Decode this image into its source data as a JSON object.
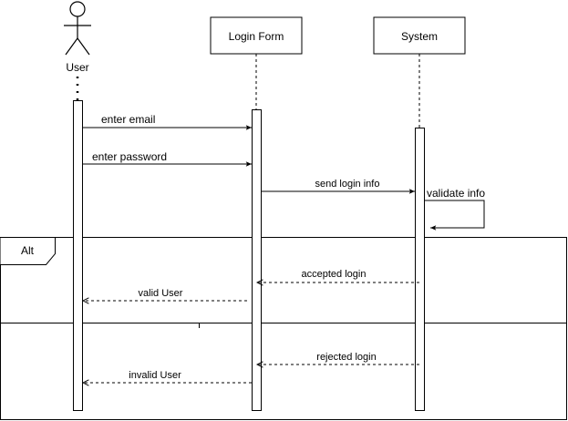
{
  "diagram": {
    "actor": {
      "label": "User"
    },
    "participants": [
      {
        "label": "Login Form"
      },
      {
        "label": "System"
      }
    ],
    "messages": [
      {
        "label": "enter email",
        "style": "solid"
      },
      {
        "label": "enter password",
        "style": "solid"
      },
      {
        "label": "send login info",
        "style": "solid"
      },
      {
        "label": "validate info",
        "style": "solid",
        "self": true
      },
      {
        "label": "accepted login",
        "style": "dashed"
      },
      {
        "label": "valid User",
        "style": "dashed"
      },
      {
        "label": "rejected login",
        "style": "dashed"
      },
      {
        "label": "invalid User",
        "style": "dashed"
      }
    ],
    "fragment": {
      "label": "Alt"
    }
  }
}
